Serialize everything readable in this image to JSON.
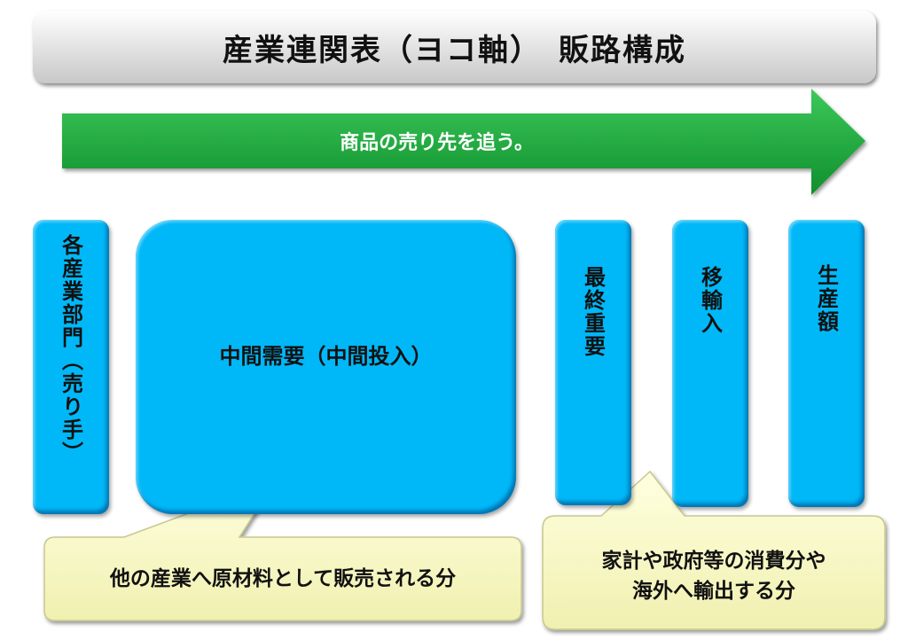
{
  "title": "産業連関表（ヨコ軸）　販路構成",
  "arrow": {
    "label": "商品の売り先を追う。",
    "color": "#1ca83c"
  },
  "boxes": {
    "sellers": "各産業部門（売り手）",
    "intermediate": "中間需要（中間投入）",
    "final_demand": "最終重要",
    "imports": "移輸入",
    "output": "生産額"
  },
  "callouts": {
    "intermediate_note": "他の産業へ原材料として販売される分",
    "final_note_line1": "家計や政府等の消費分や",
    "final_note_line2": "海外へ輸出する分"
  },
  "colors": {
    "box": "#00b8f8",
    "callout": "#fbfbc8",
    "arrow": "#1ca83c"
  }
}
